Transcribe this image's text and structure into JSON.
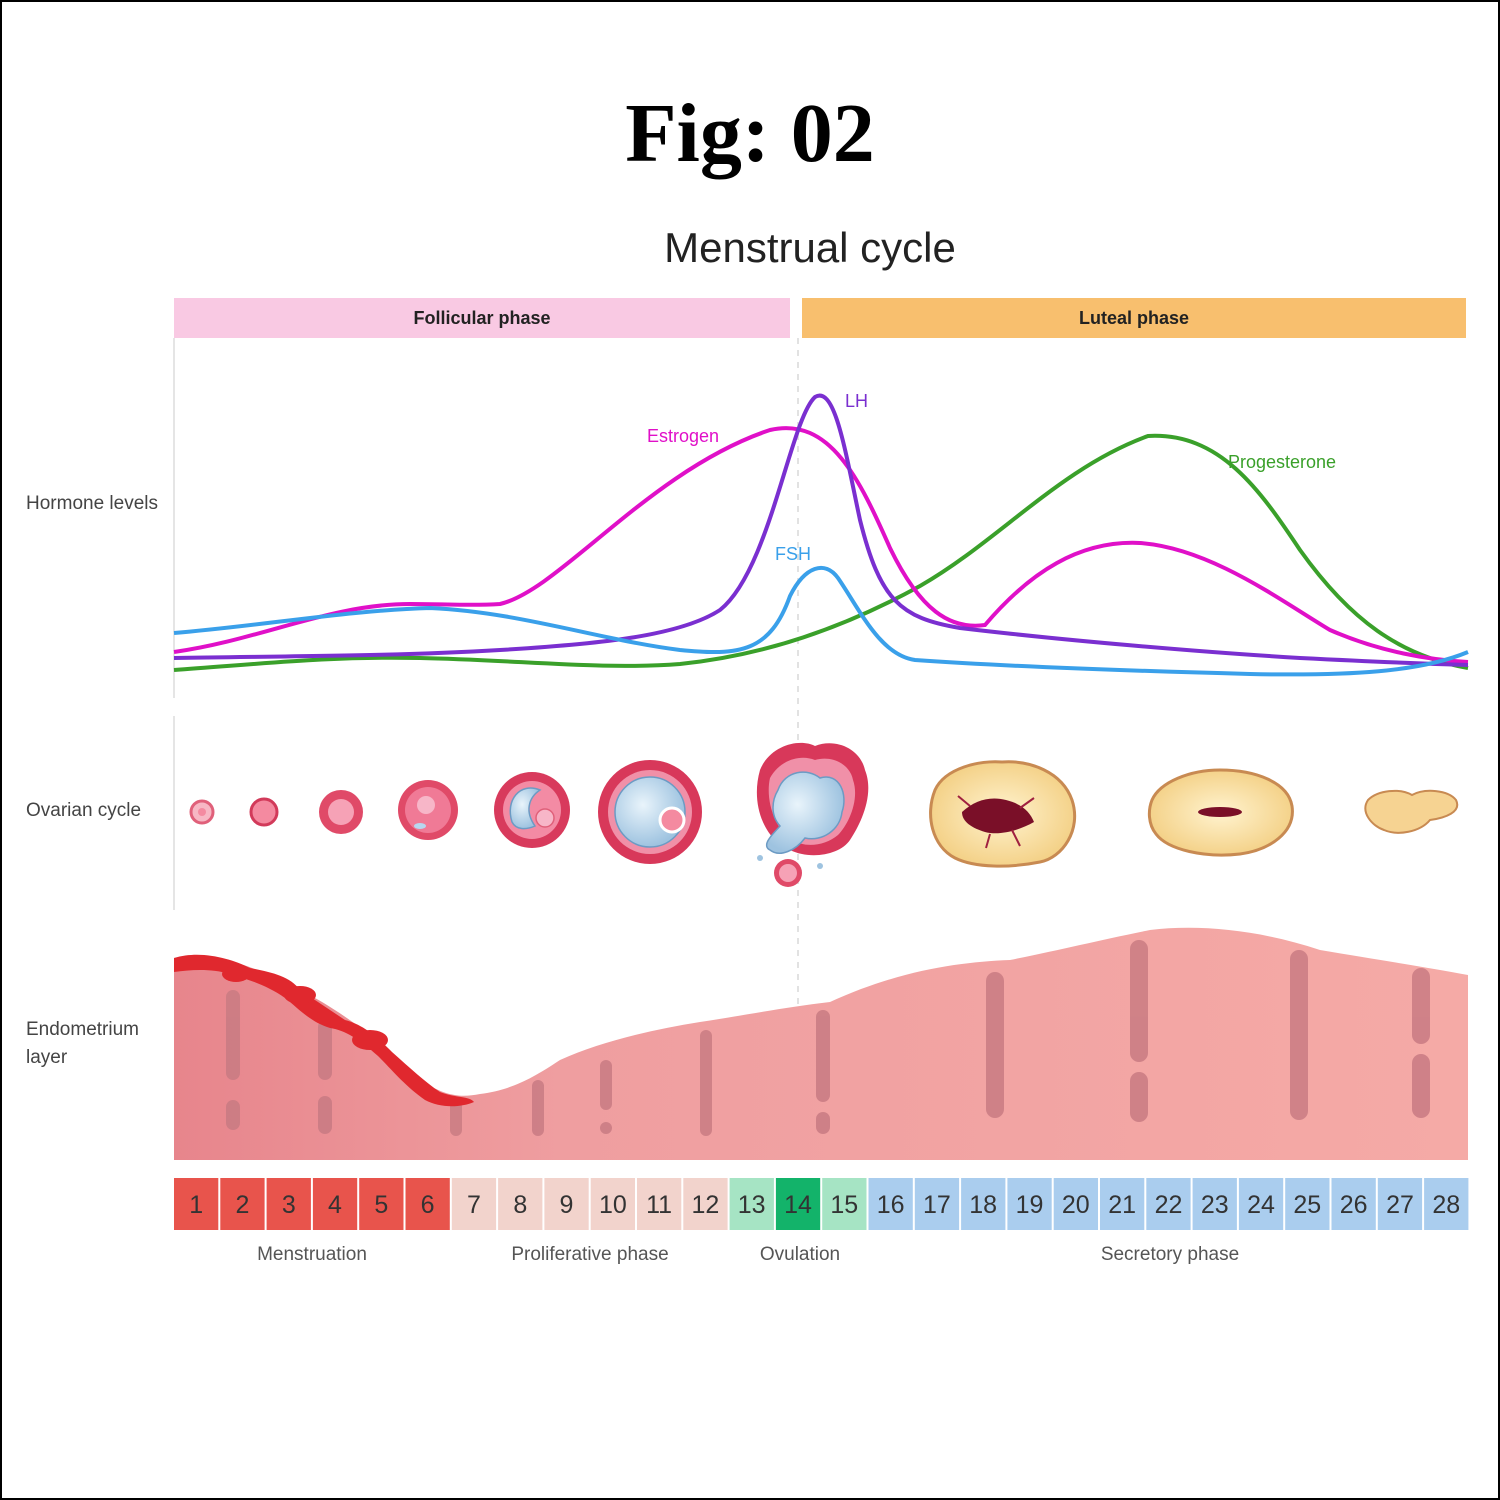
{
  "figure_label": "Fig: 02",
  "title": "Menstrual cycle",
  "phases": [
    {
      "label": "Follicular phase",
      "color": "#f9c9e3"
    },
    {
      "label": "Luteal phase",
      "color": "#f8bf6e"
    }
  ],
  "row_labels": {
    "hormones": "Hormone levels",
    "ovarian": "Ovarian cycle",
    "endometrium": "Endometrium layer"
  },
  "hormones": [
    {
      "name": "LH",
      "color": "#7a2fd0"
    },
    {
      "name": "Estrogen",
      "color": "#e010c8"
    },
    {
      "name": "FSH",
      "color": "#3aa0ea"
    },
    {
      "name": "Progesterone",
      "color": "#3aa02a"
    }
  ],
  "days": [
    "1",
    "2",
    "3",
    "4",
    "5",
    "6",
    "7",
    "8",
    "9",
    "10",
    "11",
    "12",
    "13",
    "14",
    "15",
    "16",
    "17",
    "18",
    "19",
    "20",
    "21",
    "22",
    "23",
    "24",
    "25",
    "26",
    "27",
    "28"
  ],
  "day_colors": {
    "menstruation": "#e8544c",
    "proliferative": "#f2d3cc",
    "ovulation": "#a6e4c4",
    "ovulation_day": "#13b36a",
    "secretory": "#aacdee"
  },
  "stages": [
    "Menstruation",
    "Proliferative phase",
    "Ovulation",
    "Secretory phase"
  ]
}
